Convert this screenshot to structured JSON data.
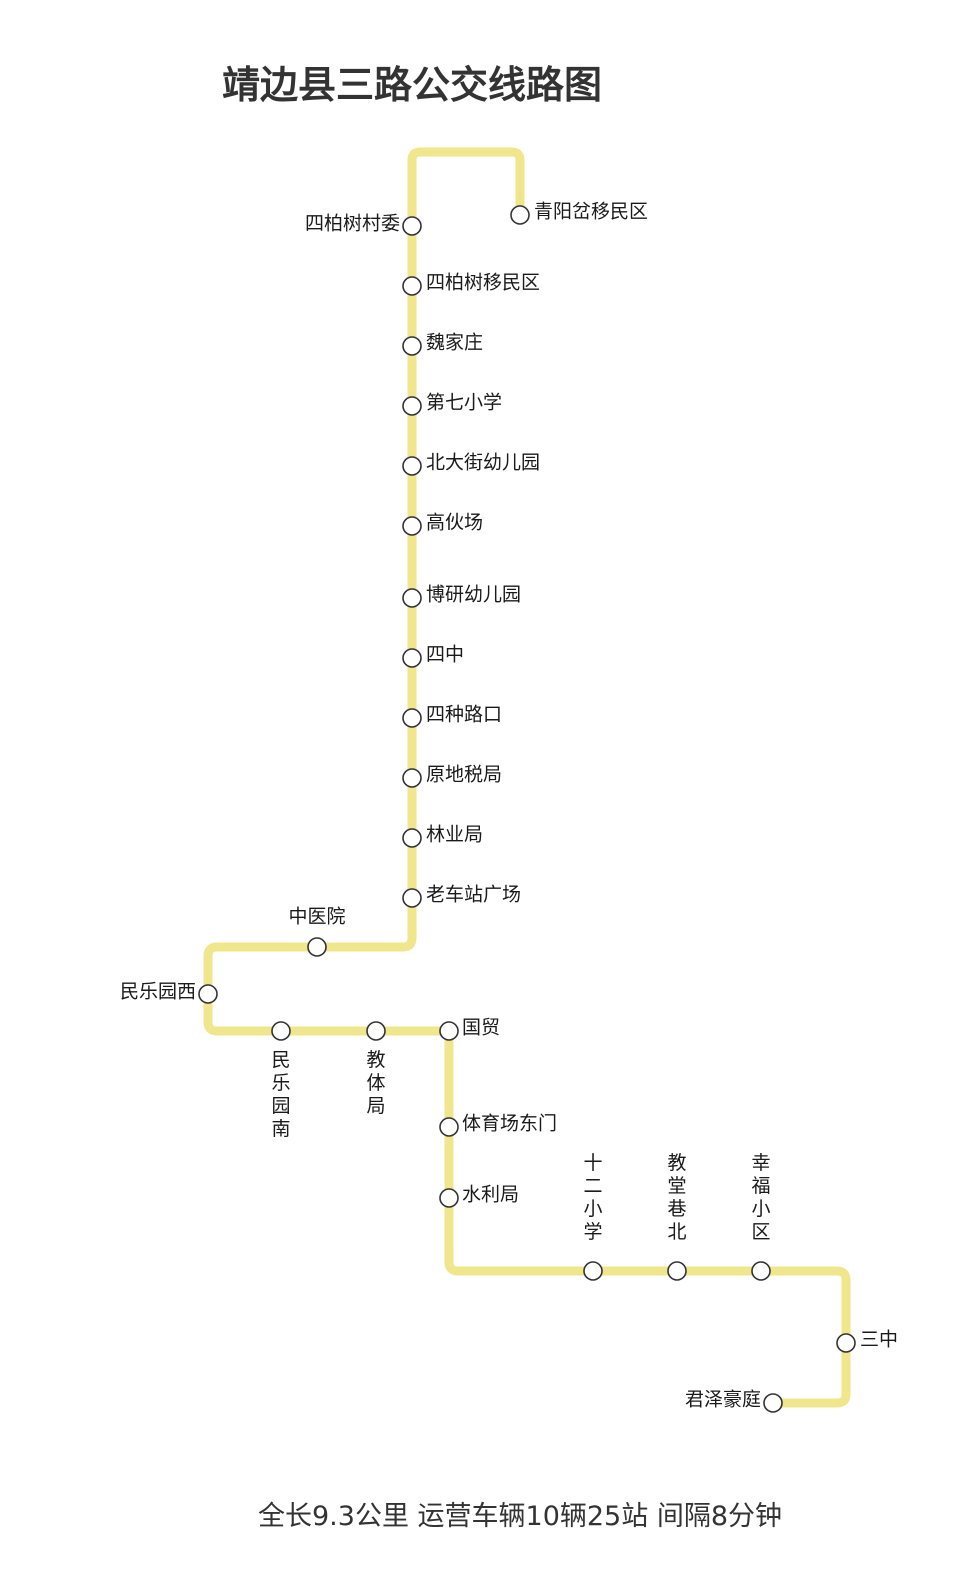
{
  "title": "靖边县三路公交线路图",
  "footer": "全长9.3公里 运营车辆10辆25站 间隔8分钟",
  "colors": {
    "route": "#f0e68c",
    "stop_outline": "#333333",
    "stop_fill": "#ffffff",
    "text": "#1a1a1a"
  },
  "stops": [
    {
      "name": "青阳岔移民区"
    },
    {
      "name": "四柏树村委"
    },
    {
      "name": "四柏树移民区"
    },
    {
      "name": "魏家庄"
    },
    {
      "name": "第七小学"
    },
    {
      "name": "北大街幼儿园"
    },
    {
      "name": "高伙场"
    },
    {
      "name": "博研幼儿园"
    },
    {
      "name": "四中"
    },
    {
      "name": "四种路口"
    },
    {
      "name": "原地税局"
    },
    {
      "name": "林业局"
    },
    {
      "name": "老车站广场"
    },
    {
      "name": "中医院"
    },
    {
      "name": "民乐园西"
    },
    {
      "name": "民乐园南"
    },
    {
      "name": "教体局"
    },
    {
      "name": "国贸"
    },
    {
      "name": "体育场东门"
    },
    {
      "name": "水利局"
    },
    {
      "name": "十二小学"
    },
    {
      "name": "教堂巷北"
    },
    {
      "name": "幸福小区"
    },
    {
      "name": "三中"
    },
    {
      "name": "君泽豪庭"
    }
  ]
}
